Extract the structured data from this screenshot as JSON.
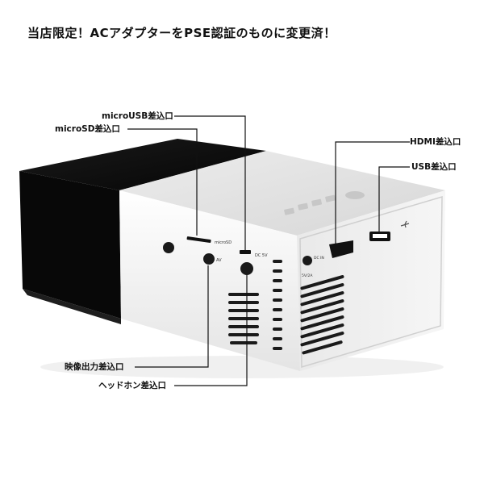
{
  "headline": "当店限定！ACアダプターをPSE認証のものに変更済！",
  "labels": {
    "micro_usb": "microUSB差込口",
    "micro_sd": "microSD差込口",
    "hdmi": "HDMI差込口",
    "usb": "USB差込口",
    "video_out": "映像出力差込口",
    "headphone": "ヘッドホン差込口"
  },
  "panel_marks": {
    "microsd": "microSD",
    "dc5v": "DC 5V",
    "av": "AV",
    "dc_in": "DC IN",
    "dc_5v_2a": "5V/2A"
  },
  "colors": {
    "black_body": "#0c0c0c",
    "white_body": "#f4f4f4",
    "line": "#111111"
  }
}
